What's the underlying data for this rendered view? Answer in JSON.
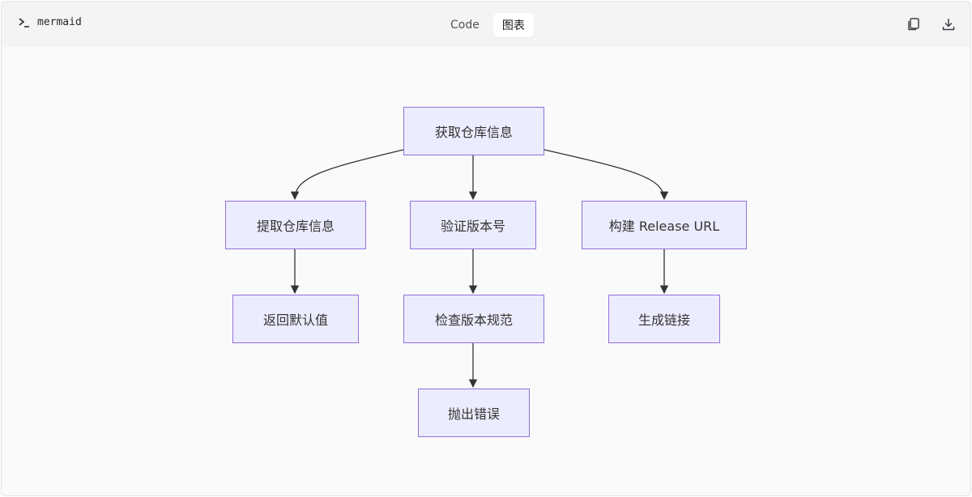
{
  "toolbar": {
    "language": "mermaid",
    "tabs": [
      {
        "label": "Code",
        "active": false
      },
      {
        "label": "图表",
        "active": true
      }
    ],
    "copy_icon": "copy-icon",
    "download_icon": "download-icon"
  },
  "diagram": {
    "nodes": {
      "fetch_repo": "获取仓库信息",
      "extract_repo": "提取仓库信息",
      "verify_version": "验证版本号",
      "build_url": "构建 Release URL",
      "return_default": "返回默认值",
      "check_spec": "检查版本规范",
      "gen_link": "生成链接",
      "throw_error": "抛出错误"
    },
    "edges": [
      [
        "fetch_repo",
        "extract_repo"
      ],
      [
        "fetch_repo",
        "verify_version"
      ],
      [
        "fetch_repo",
        "build_url"
      ],
      [
        "extract_repo",
        "return_default"
      ],
      [
        "verify_version",
        "check_spec"
      ],
      [
        "build_url",
        "gen_link"
      ],
      [
        "check_spec",
        "throw_error"
      ]
    ]
  },
  "colors": {
    "node_fill": "#ececff",
    "node_border": "#9370db",
    "edge": "#333333"
  }
}
